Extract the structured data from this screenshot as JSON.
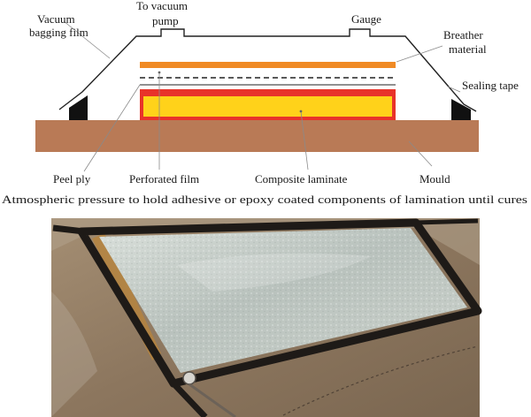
{
  "diagram": {
    "labels": {
      "vacuum_bagging_film": [
        "Vacuum",
        "bagging film"
      ],
      "to_vacuum_pump": [
        "To vacuum",
        "pump"
      ],
      "gauge": "Gauge",
      "breather_material": [
        "Breather",
        "material"
      ],
      "sealing_tape": "Sealing tape",
      "peel_ply": "Peel ply",
      "perforated_film": "Perforated film",
      "composite_laminate": "Composite laminate",
      "mould": "Mould"
    },
    "caption": "Atmospheric pressure to hold adhesive or epoxy coated components of lamination until cures",
    "colors": {
      "mould": "#b97a56",
      "breather": "#f08a24",
      "laminate_fill": "#ffd21a",
      "laminate_border": "#e8332a",
      "sealing_tape": "#111111",
      "bag_line": "#222222",
      "leader_line": "#8a8a8a"
    }
  },
  "photo": {
    "subject": "vacuum-bagged composite laminate on mould with black sealing tape border",
    "colors": {
      "background": "#8f7a63",
      "laminate": "#c9cfc9",
      "tape": "#1e1a17"
    }
  }
}
